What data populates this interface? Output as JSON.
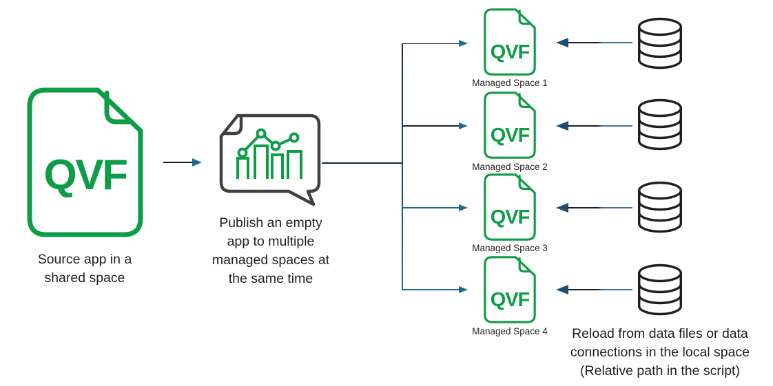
{
  "colors": {
    "green": "#0e9c47",
    "bubble_gray": "#404040",
    "dark": "#1f1f1f",
    "line_dark": "#182430",
    "navy": "#1c3a5c",
    "trunk_navy": "#15263e",
    "teal": "#1e6d90",
    "teal_dark": "#1a5070",
    "steel": "#4470a0",
    "text": "#1f1f1f"
  },
  "icons": {
    "source": "qvf-file-icon",
    "publish": "chart-speech-bubble-icon",
    "managed": "qvf-file-icon",
    "data_source": "database-icon"
  },
  "source": {
    "file_type": "QVF",
    "caption": "Source app in a\nshared space"
  },
  "publish": {
    "caption": "Publish an empty\napp to multiple\nmanaged spaces at\nthe same time"
  },
  "managed_spaces": [
    {
      "file_type": "QVF",
      "label": "Managed Space 1"
    },
    {
      "file_type": "QVF",
      "label": "Managed Space 2"
    },
    {
      "file_type": "QVF",
      "label": "Managed Space 3"
    },
    {
      "file_type": "QVF",
      "label": "Managed Space 4"
    }
  ],
  "reload_note": "Reload from data files or data\nconnections in the local space\n(Relative path in the script)"
}
